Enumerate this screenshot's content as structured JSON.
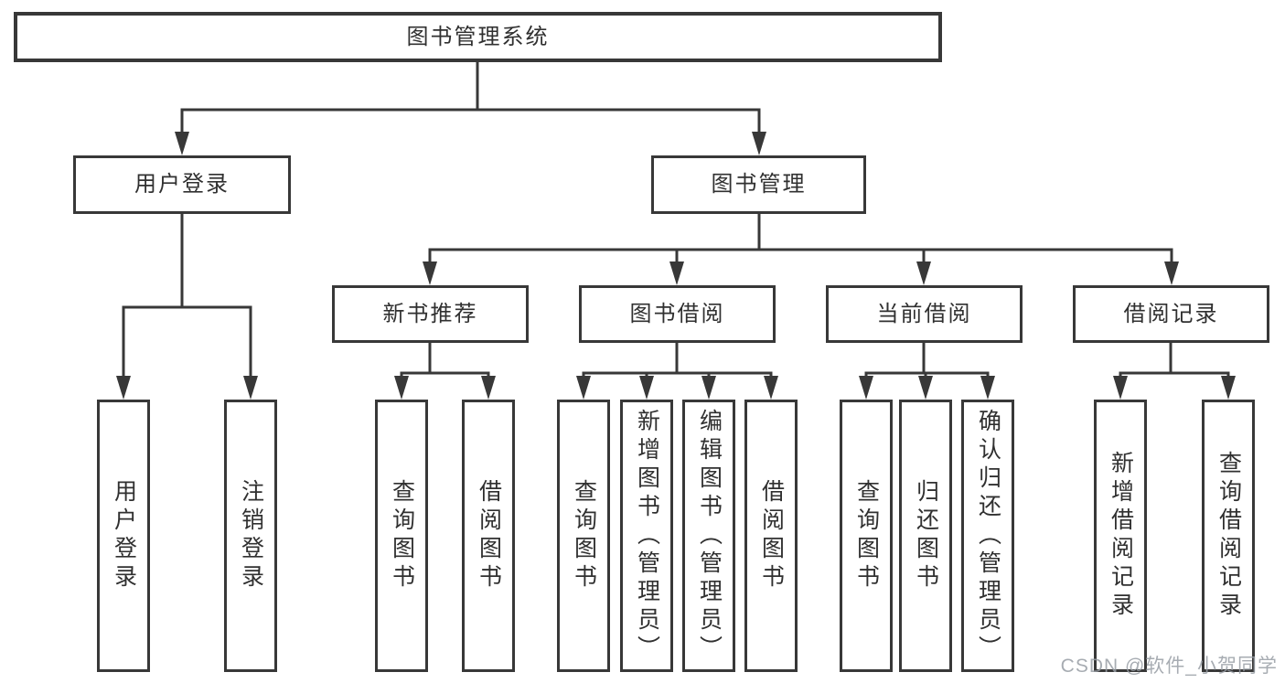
{
  "diagram_title": "图书管理系统",
  "tree": {
    "label": "图书管理系统",
    "children": [
      {
        "label": "用户登录",
        "children": [
          {
            "label": "用户登录"
          },
          {
            "label": "注销登录"
          }
        ]
      },
      {
        "label": "图书管理",
        "children": [
          {
            "label": "新书推荐",
            "children": [
              {
                "label": "查询图书"
              },
              {
                "label": "借阅图书"
              }
            ]
          },
          {
            "label": "图书借阅",
            "children": [
              {
                "label": "查询图书"
              },
              {
                "label": "新增图书（管理员）"
              },
              {
                "label": "编辑图书（管理员）"
              },
              {
                "label": "借阅图书"
              }
            ]
          },
          {
            "label": "当前借阅",
            "children": [
              {
                "label": "查询图书"
              },
              {
                "label": "归还图书"
              },
              {
                "label": "确认归还（管理员）"
              }
            ]
          },
          {
            "label": "借阅记录",
            "children": [
              {
                "label": "新增借阅记录"
              },
              {
                "label": "查询借阅记录"
              }
            ]
          }
        ]
      }
    ]
  },
  "watermark": "CSDN @软件_小贺同学",
  "colors": {
    "line": "#383838",
    "box_border": "#383838",
    "text": "#303030",
    "background": "#ffffff",
    "watermark": "#989da4"
  }
}
